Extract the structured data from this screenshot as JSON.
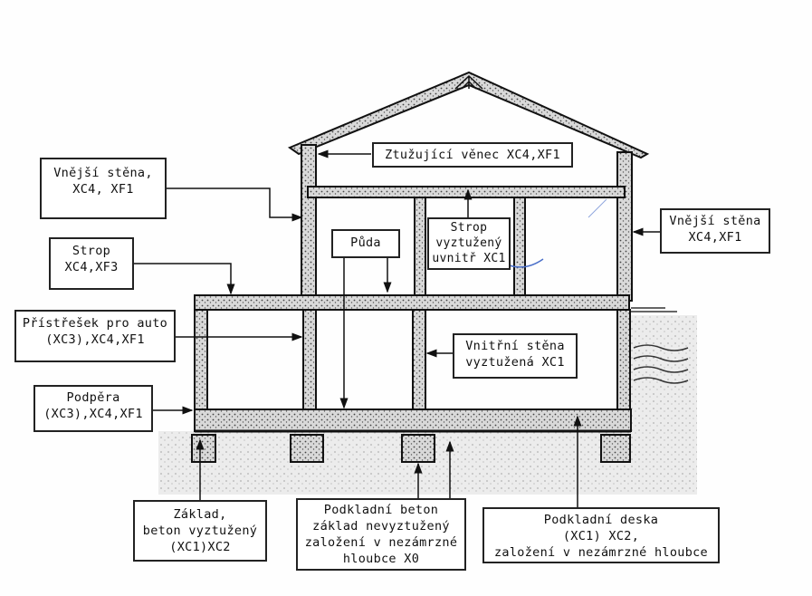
{
  "labels": {
    "ztuzujici": [
      "Ztužující věnec XC4,XF1"
    ],
    "vnejsi_left": [
      "Vnější stěna,",
      "XC4, XF1"
    ],
    "strop_left": [
      "Strop",
      "XC4,XF3"
    ],
    "pristresek": [
      "Přístřešek pro auto",
      "(XC3),XC4,XF1"
    ],
    "podpera": [
      "Podpěra",
      "(XC3),XC4,XF1"
    ],
    "puda": [
      "Půda"
    ],
    "strop_mid": [
      "Strop",
      "vyztužený",
      "uvnitř XC1"
    ],
    "vnejsi_right": [
      "Vnější stěna",
      "XC4,XF1"
    ],
    "vnitrni": [
      "Vnitřní stěna",
      "vyztužená XC1"
    ],
    "zaklad": [
      "Základ,",
      "beton vyztužený",
      "(XC1)XC2"
    ],
    "podkladni_beton": [
      "Podkladní beton",
      "základ nevyztužený",
      "založení v nezámrzné",
      "hloubce X0"
    ],
    "podkladni_deska": [
      "Podkladní deska",
      "(XC1) XC2,",
      "založení v nezámrzné hloubce"
    ]
  }
}
